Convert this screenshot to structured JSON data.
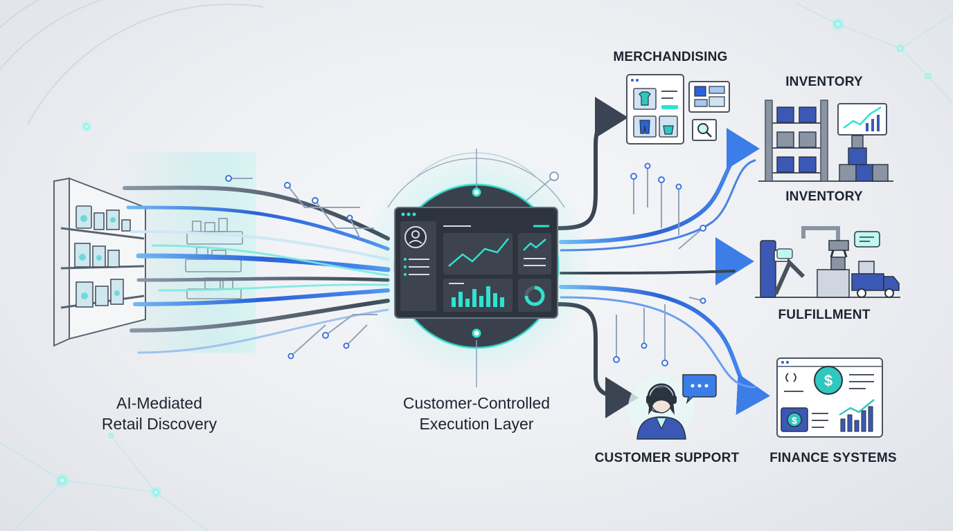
{
  "source": {
    "line1": "AI-Mediated",
    "line2": "Retail Discovery"
  },
  "hub": {
    "line1": "Customer-Controlled",
    "line2": "Execution Layer"
  },
  "destinations": {
    "merchandising": "MERCHANDISING",
    "inventory_top": "INVENTORY",
    "inventory_mid": "INVENTORY",
    "fulfillment": "FULFILLMENT",
    "customer_support": "CUSTOMER SUPPORT",
    "finance": "FINANCE SYSTEMS"
  },
  "icons": {
    "currency_symbol": "$"
  },
  "colors": {
    "accent_teal": "#2fe3d0",
    "accent_blue": "#2a63d6",
    "dark_panel": "#3a414c",
    "outline": "#4a5260",
    "text": "#1c2430"
  }
}
